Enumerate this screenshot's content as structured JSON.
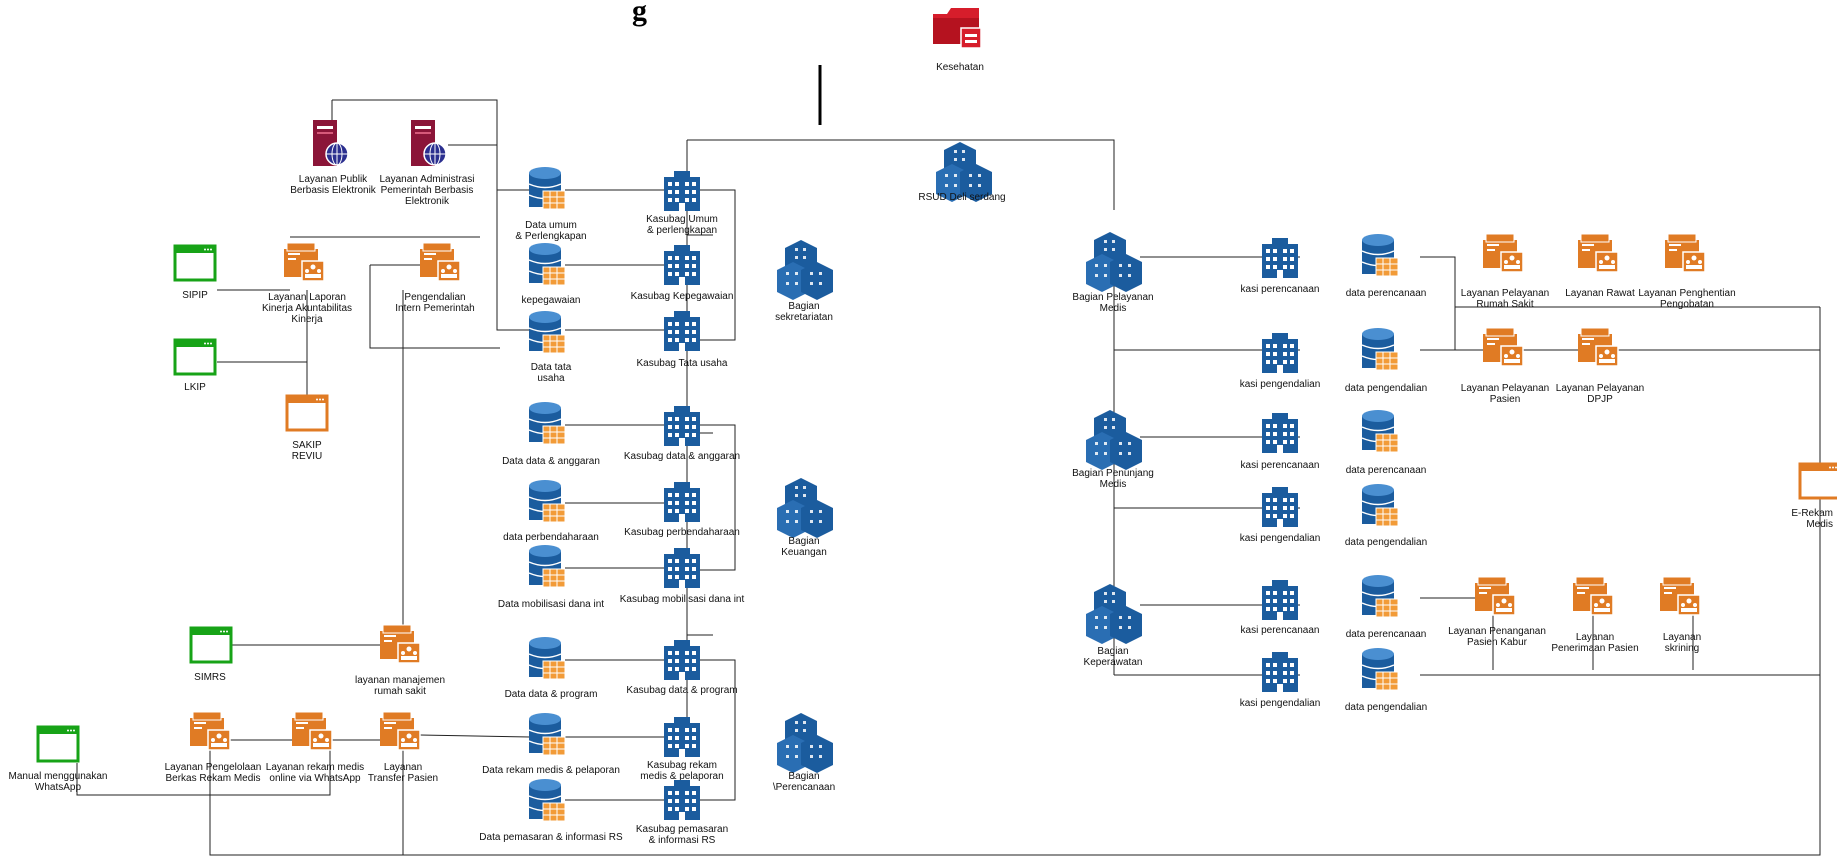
{
  "title_fragment": "g",
  "colors": {
    "building": "#1b5c9e",
    "database": "#1b5c9e",
    "database_table": "#f29b38",
    "service": "#e07b24",
    "app_window": "#17a317",
    "server": "#8b1538",
    "folder_red": "#d61d2b",
    "line": "#222222"
  },
  "nodes": {
    "kesehatan": {
      "label": "Kesehatan",
      "icon": "folder-red-icon"
    },
    "rsud": {
      "label": "RSUD Deli serdang",
      "icon": "building-icon"
    },
    "layanan_publik": {
      "label": "Layanan Publik\nBerbasis Elektronik",
      "icon": "server-globe-icon"
    },
    "layanan_admin": {
      "label": "Layanan Administrasi\nPemerintah Berbasis\nElektronik",
      "icon": "server-globe-icon"
    },
    "sipip": {
      "label": "SIPIP",
      "icon": "app-window-icon"
    },
    "lkip": {
      "label": "LKIP",
      "icon": "app-window-icon"
    },
    "sakip": {
      "label": "SAKIP\nREVIU",
      "icon": "app-window-orange-icon"
    },
    "layanan_laporan": {
      "label": "Layanan Laporan\nKinerja Akuntabilitas\nKinerja",
      "icon": "service-icon"
    },
    "pengendalian_intern": {
      "label": "Pengendalian\nIntern Pemerintah",
      "icon": "service-icon"
    },
    "data_umum": {
      "label": "Data umum\n& Perlengkapan",
      "icon": "database-icon"
    },
    "kepegawaian": {
      "label": "kepegawaian",
      "icon": "database-icon"
    },
    "data_tata_usaha": {
      "label": "Data tata\nusaha",
      "icon": "database-icon"
    },
    "kasubag_umum": {
      "label": "Kasubag Umum\n& perlengkapan",
      "icon": "building-icon"
    },
    "kasubag_kepegawaian": {
      "label": "Kasubag Kepegawaian",
      "icon": "building-icon"
    },
    "kasubag_tata_usaha": {
      "label": "Kasubag Tata usaha",
      "icon": "building-icon"
    },
    "bagian_sekretariatan": {
      "label": "Bagian\nsekretariatan",
      "icon": "building-cluster-icon"
    },
    "data_anggaran": {
      "label": "Data data & anggaran",
      "icon": "database-icon"
    },
    "data_perbendaharaan": {
      "label": "data perbendaharaan",
      "icon": "database-icon"
    },
    "data_mobilisasi": {
      "label": "Data mobilisasi dana int",
      "icon": "database-icon"
    },
    "kasubag_anggaran": {
      "label": "Kasubag data & anggaran",
      "icon": "building-icon"
    },
    "kasubag_perbendaharaan": {
      "label": "Kasubag perbendaharaan",
      "icon": "building-icon"
    },
    "kasubag_mobilisasi": {
      "label": "Kasubag mobilisasi dana int",
      "icon": "building-icon"
    },
    "bagian_keuangan": {
      "label": "Bagian\nKeuangan",
      "icon": "building-cluster-icon"
    },
    "data_program": {
      "label": "Data data & program",
      "icon": "database-icon"
    },
    "data_rekam_medis": {
      "label": "Data rekam medis & pelaporan",
      "icon": "database-icon"
    },
    "data_pemasaran": {
      "label": "Data pemasaran & informasi RS",
      "icon": "database-icon"
    },
    "kasubag_program": {
      "label": "Kasubag data & program",
      "icon": "building-icon"
    },
    "kasubag_rekam_medis": {
      "label": "Kasubag rekam\nmedis & pelaporan",
      "icon": "building-icon"
    },
    "kasubag_pemasaran": {
      "label": "Kasubag pemasaran\n& informasi RS",
      "icon": "building-icon"
    },
    "bagian_perencanaan": {
      "label": "Bagian\n\\Perencanaan",
      "icon": "building-cluster-icon"
    },
    "simrs": {
      "label": "SIMRS",
      "icon": "app-window-icon"
    },
    "layanan_manajemen": {
      "label": "layanan manajemen\nrumah sakit",
      "icon": "service-icon"
    },
    "manual_whatsapp": {
      "label": "Manual menggunakan\nWhatsApp",
      "icon": "app-window-icon"
    },
    "layanan_pengelolaan": {
      "label": "Layanan Pengelolaan\nBerkas Rekam Medis",
      "icon": "service-icon"
    },
    "layanan_rekam_whatsapp": {
      "label": "Layanan rekam medis\nonline via WhatsApp",
      "icon": "service-icon"
    },
    "layanan_transfer": {
      "label": "Layanan\nTransfer Pasien",
      "icon": "service-icon"
    },
    "bagian_pelayanan_medis": {
      "label": "Bagian Pelayanan\nMedis",
      "icon": "building-cluster-icon"
    },
    "bagian_penunjang_medis": {
      "label": "Bagian Penunjang\nMedis",
      "icon": "building-cluster-icon"
    },
    "bagian_keperawatan": {
      "label": "Bagian\nKeperawatan",
      "icon": "building-cluster-icon"
    },
    "kasi_perencanaan_1": {
      "label": "kasi perencanaan",
      "icon": "building-icon"
    },
    "kasi_pengendalian_1": {
      "label": "kasi pengendalian",
      "icon": "building-icon"
    },
    "kasi_perencanaan_2": {
      "label": "kasi perencanaan",
      "icon": "building-icon"
    },
    "kasi_pengendalian_2": {
      "label": "kasi pengendalian",
      "icon": "building-icon"
    },
    "kasi_perencanaan_3": {
      "label": "kasi perencanaan",
      "icon": "building-icon"
    },
    "kasi_pengendalian_3": {
      "label": "kasi pengendalian",
      "icon": "building-icon"
    },
    "data_perencanaan_1": {
      "label": "data perencanaan",
      "icon": "database-icon"
    },
    "data_pengendalian_1": {
      "label": "data pengendalian",
      "icon": "database-icon"
    },
    "data_perencanaan_2": {
      "label": "data perencanaan",
      "icon": "database-icon"
    },
    "data_pengendalian_2": {
      "label": "data pengendalian",
      "icon": "database-icon"
    },
    "data_perencanaan_3": {
      "label": "data perencanaan",
      "icon": "database-icon"
    },
    "data_pengendalian_3": {
      "label": "data pengendalian",
      "icon": "database-icon"
    },
    "layanan_pelayanan_rs": {
      "label": "Layanan Pelayanan\nRumah Sakit",
      "icon": "service-icon"
    },
    "layanan_rawat": {
      "label": "Layanan Rawat",
      "icon": "service-icon"
    },
    "layanan_penghentian": {
      "label": "Layanan Penghentian\nPengobatan",
      "icon": "service-icon"
    },
    "layanan_pelayanan_pasien": {
      "label": "Layanan Pelayanan\nPasien",
      "icon": "service-icon"
    },
    "layanan_pelayanan_dpjp": {
      "label": "Layanan Pelayanan\nDPJP",
      "icon": "service-icon"
    },
    "layanan_penanganan": {
      "label": "Layanan Penanganan\nPasien Kabur",
      "icon": "service-icon"
    },
    "layanan_penerimaan": {
      "label": "Layanan\nPenerimaan Pasien",
      "icon": "service-icon"
    },
    "layanan_skrining": {
      "label": "Layanan\nskrining",
      "icon": "service-icon"
    },
    "e_rekam_medis": {
      "label": "E-Rekam\nMedis",
      "icon": "app-window-orange-icon"
    }
  }
}
